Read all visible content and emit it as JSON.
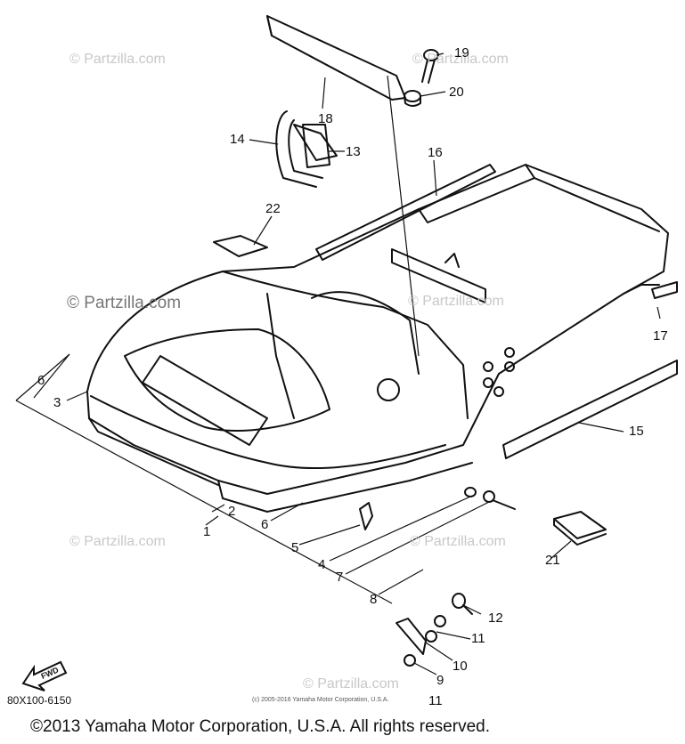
{
  "callouts": [
    "1",
    "2",
    "3",
    "4",
    "5",
    "6",
    "6",
    "7",
    "8",
    "9",
    "10",
    "11",
    "11",
    "12",
    "13",
    "14",
    "15",
    "16",
    "17",
    "18",
    "19",
    "20",
    "21",
    "22"
  ],
  "watermarks": [
    "© Partzilla.com",
    "© Partzilla.com",
    "© Partzilla.com",
    "© Partzilla.com",
    "© Partzilla.com",
    "© Partzilla.com",
    "© Partzilla.com"
  ],
  "fwd_label": "FWD",
  "part_code": "80X100-6150",
  "fine_print": "(c) 2005-2016 Yamaha Motor Corporation, U.S.A.",
  "copyright": "©2013 Yamaha Motor Corporation, U.S.A. All rights reserved."
}
